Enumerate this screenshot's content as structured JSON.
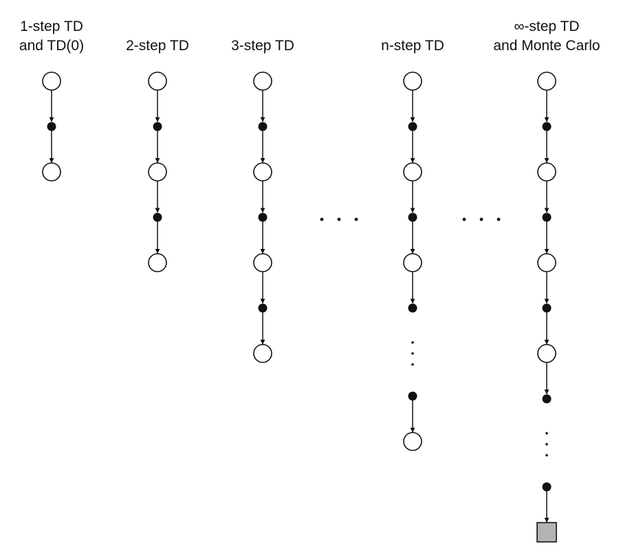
{
  "columns": [
    {
      "id": "td1",
      "title_lines": [
        "1-step TD",
        "and TD(0)"
      ],
      "sequence": [
        "state",
        "action",
        "state"
      ]
    },
    {
      "id": "td2",
      "title_lines": [
        "2-step TD"
      ],
      "sequence": [
        "state",
        "action",
        "state",
        "action",
        "state"
      ]
    },
    {
      "id": "td3",
      "title_lines": [
        "3-step TD"
      ],
      "sequence": [
        "state",
        "action",
        "state",
        "action",
        "state",
        "action",
        "state"
      ]
    },
    {
      "id": "tdn",
      "title_lines": [
        "n-step TD"
      ],
      "sequence": [
        "state",
        "action",
        "state",
        "action",
        "state",
        "action",
        "vdots",
        "action",
        "state"
      ]
    },
    {
      "id": "tdinf",
      "title_lines": [
        "∞-step TD",
        "and Monte Carlo"
      ],
      "sequence": [
        "state",
        "action",
        "state",
        "action",
        "state",
        "action",
        "state",
        "action",
        "vdots",
        "action",
        "terminal"
      ]
    }
  ],
  "legend_note": {
    "state": "open-circle",
    "action": "filled-dot",
    "terminal": "gray-square"
  },
  "colors": {
    "ink": "#111111",
    "terminal_fill": "#b3b3b3",
    "background": "#ffffff"
  }
}
